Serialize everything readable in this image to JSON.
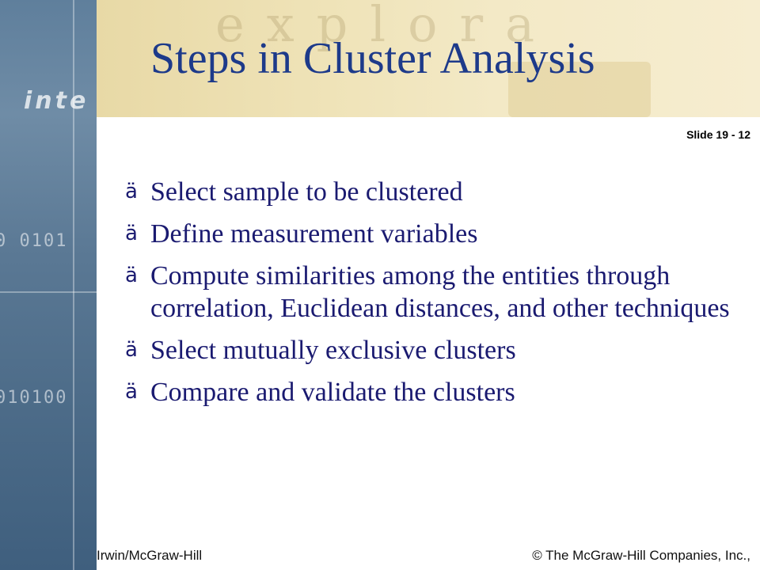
{
  "slide": {
    "title": "Steps in Cluster Analysis",
    "slide_number": "Slide 19 - 12",
    "bullet_marker": "ä",
    "bullets": [
      "Select sample to be clustered",
      "Define measurement variables",
      "Compute similarities among the entities through correlation, Euclidean distances, and other techniques",
      "Select mutually exclusive clusters",
      "Compare and validate the clusters"
    ]
  },
  "decor": {
    "banner_watermark": "explora",
    "panel_word": "inte",
    "binary_1": "0 0101",
    "binary_2": "010100"
  },
  "footer": {
    "publisher": "Irwin/McGraw-Hill",
    "copyright": "© The McGraw-Hill Companies, Inc.,"
  },
  "colors": {
    "title": "#1d3a8a",
    "bullet_text": "#1a1a70",
    "panel": "#5a7894",
    "banner": "#efe3b8"
  }
}
